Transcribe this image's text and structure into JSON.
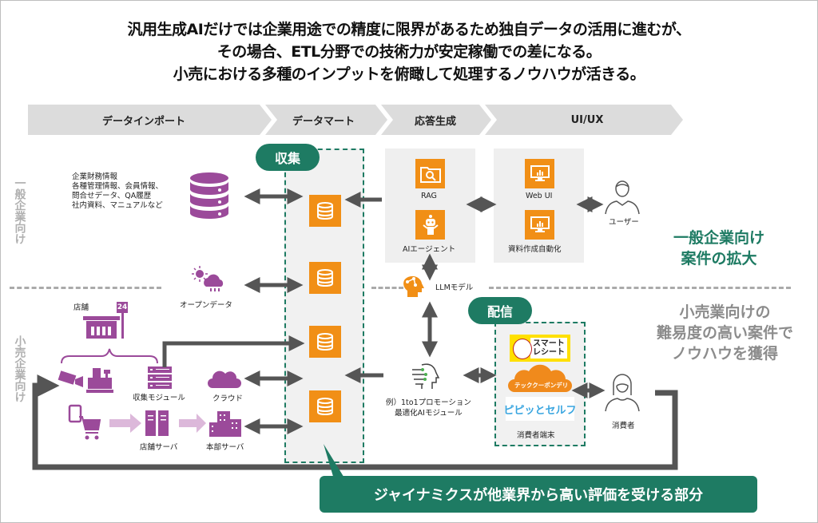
{
  "title": {
    "lines": [
      "汎用生成AIだけでは企業用途での精度に限界があるため独自データの活用に進むが、",
      "その場合、ETL分野での技術力が安定稼働での差になる。",
      "小売における多種のインプットを俯瞰して処理するノウハウが活きる。"
    ]
  },
  "phases": [
    "データインポート",
    "データマート",
    "応答生成",
    "UI/UX"
  ],
  "side_labels": {
    "general": "一般企業向け",
    "retail": "小売企業向け"
  },
  "pills": {
    "collect": "収集",
    "deliver": "配信"
  },
  "general_sources": {
    "text_lines": [
      "企業財務情報",
      "各種管理情報、会員情報、",
      "問合せデータ、QA履歴",
      "社内資料、マニュアルなど"
    ],
    "open_data": "オープンデータ"
  },
  "retail_sources": {
    "store": "店舗",
    "store_sign": "24",
    "collect_module": "収集モジュール",
    "cloud": "クラウド",
    "store_server": "店舗サーバ",
    "hq_server": "本部サーバ"
  },
  "response": {
    "rag": "RAG",
    "ai_agent": "AIエージェント",
    "llm": "LLMモデル",
    "ai_module_lines": [
      "例）1to1プロモーション",
      "最適化AIモジュール"
    ]
  },
  "uiux": {
    "web_ui": "Web UI",
    "doc_auto": "資料作成自動化",
    "user": "ユーザー"
  },
  "consumer": {
    "apps": [
      "スマートレシート",
      "テックク-ポンデリ",
      "ピピッとセルフ"
    ],
    "app_logo_lines": {
      "smart_receipt": [
        "スマート",
        "レシート"
      ],
      "tech_coupon": "テッククーポンデリ",
      "pipit_self": "ピピッとセルフ"
    },
    "device_label": "消費者端末",
    "person": "消費者"
  },
  "callouts": {
    "general": [
      "一般企業向け",
      "案件の拡大"
    ],
    "retail": [
      "小売業向けの",
      "難易度の高い案件で",
      "ノウハウを獲得"
    ]
  },
  "banner": "ジャイナミクスが他業界から高い評価を受ける部分",
  "colors": {
    "green": "#1e7b63",
    "orange": "#f18f16",
    "purple": "#9b4a9a",
    "arrow": "#555555",
    "phase_bg": "#dcdcdc"
  }
}
